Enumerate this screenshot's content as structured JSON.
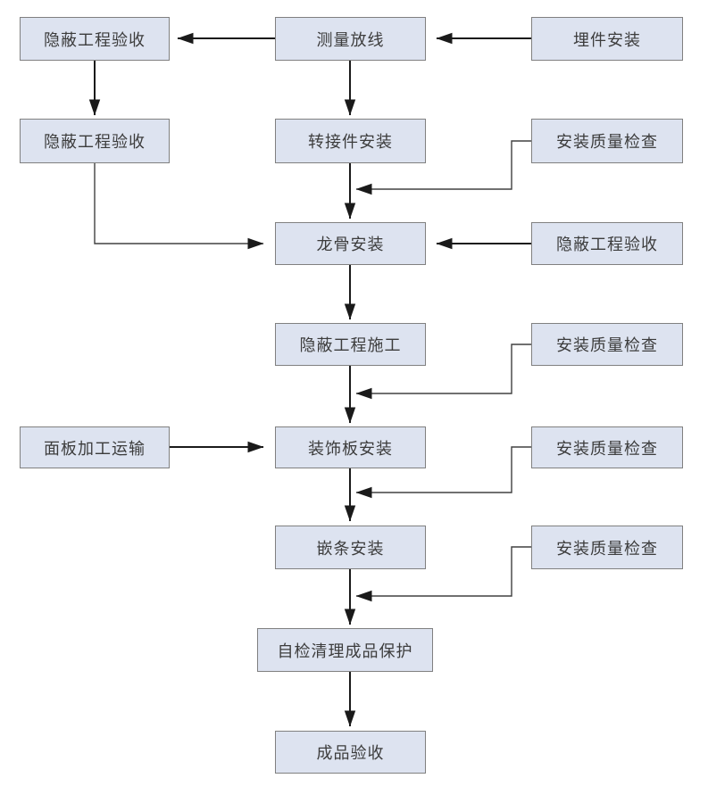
{
  "diagram": {
    "type": "flowchart",
    "colors": {
      "node_fill": "#dde3f0",
      "node_border": "#808080",
      "node_text": "#3c3c3c",
      "arrow_main": "#1a1a1a",
      "arrow_elbow": "#404040",
      "background": "#ffffff"
    },
    "nodes": [
      {
        "id": "hidden_works_acceptance_1",
        "label": "隐蔽工程验收"
      },
      {
        "id": "survey_layout",
        "label": "测量放线"
      },
      {
        "id": "embed_parts_install",
        "label": "埋件安装"
      },
      {
        "id": "hidden_works_acceptance_2",
        "label": "隐蔽工程验收"
      },
      {
        "id": "adapter_install",
        "label": "转接件安装"
      },
      {
        "id": "install_quality_check_1",
        "label": "安装质量检查"
      },
      {
        "id": "keel_install",
        "label": "龙骨安装"
      },
      {
        "id": "hidden_works_acceptance_3",
        "label": "隐蔽工程验收"
      },
      {
        "id": "hidden_works_construction",
        "label": "隐蔽工程施工"
      },
      {
        "id": "install_quality_check_2",
        "label": "安装质量检查"
      },
      {
        "id": "panel_processing_transport",
        "label": "面板加工运输"
      },
      {
        "id": "decorative_panel_install",
        "label": "装饰板安装"
      },
      {
        "id": "install_quality_check_3",
        "label": "安装质量检查"
      },
      {
        "id": "trim_install",
        "label": "嵌条安装"
      },
      {
        "id": "install_quality_check_4",
        "label": "安装质量检查"
      },
      {
        "id": "self_check_cleanup_protection",
        "label": "自检清理成品保护"
      },
      {
        "id": "finished_product_acceptance",
        "label": "成品验收"
      }
    ],
    "edges": [
      {
        "from": "embed_parts_install",
        "to": "survey_layout"
      },
      {
        "from": "survey_layout",
        "to": "hidden_works_acceptance_1"
      },
      {
        "from": "hidden_works_acceptance_1",
        "to": "hidden_works_acceptance_2"
      },
      {
        "from": "survey_layout",
        "to": "adapter_install"
      },
      {
        "from": "adapter_install",
        "to": "keel_install"
      },
      {
        "from": "install_quality_check_1",
        "to": "keel_install"
      },
      {
        "from": "hidden_works_acceptance_2",
        "to": "keel_install"
      },
      {
        "from": "hidden_works_acceptance_3",
        "to": "keel_install"
      },
      {
        "from": "keel_install",
        "to": "hidden_works_construction"
      },
      {
        "from": "install_quality_check_2",
        "to": "decorative_panel_install"
      },
      {
        "from": "hidden_works_construction",
        "to": "decorative_panel_install"
      },
      {
        "from": "panel_processing_transport",
        "to": "decorative_panel_install"
      },
      {
        "from": "install_quality_check_3",
        "to": "trim_install"
      },
      {
        "from": "decorative_panel_install",
        "to": "trim_install"
      },
      {
        "from": "install_quality_check_4",
        "to": "self_check_cleanup_protection"
      },
      {
        "from": "trim_install",
        "to": "self_check_cleanup_protection"
      },
      {
        "from": "self_check_cleanup_protection",
        "to": "finished_product_acceptance"
      }
    ]
  }
}
